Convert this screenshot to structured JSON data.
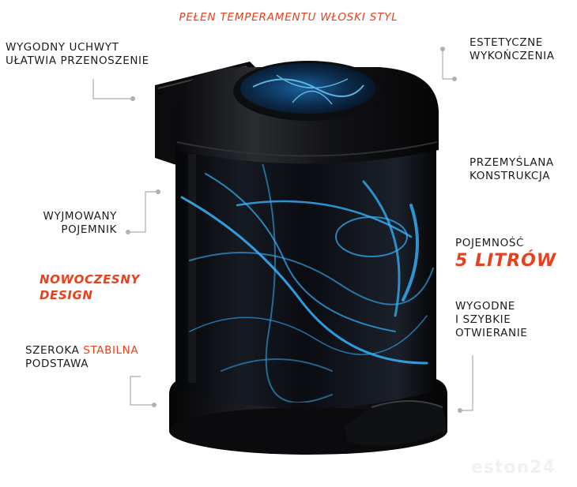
{
  "headline": "PEŁEN TEMPERAMENTU WŁOSKI STYL",
  "labels": {
    "handle": [
      "WYGODNY UCHWYT",
      "UŁATWIA PRZENOSZENIE"
    ],
    "finish": [
      "ESTETYCZNE",
      "WYKOŃCZENIA"
    ],
    "construction": [
      "PRZEMYŚLANA",
      "KONSTRUKCJA"
    ],
    "container": [
      "WYJMOWANY",
      "POJEMNIK"
    ],
    "capacity_label": "POJEMNOŚĆ",
    "capacity_value": "5 LITRÓW",
    "modern_design": [
      "NOWOCZESNY",
      "DESIGN"
    ],
    "opening": [
      "WYGODNE",
      "I SZYBKIE",
      "OTWIERANIE"
    ],
    "base_prefix": "SZEROKA ",
    "base_accent": "STABILNA",
    "base_line2": "PODSTAWA"
  },
  "watermark": "eston24",
  "colors": {
    "accent": "#e8401c",
    "text": "#1c1c1c",
    "bin_body": "#0b0d12",
    "pattern": "#35b4ff"
  },
  "icons": [
    "pedal-bin-image",
    "callout-dot"
  ]
}
